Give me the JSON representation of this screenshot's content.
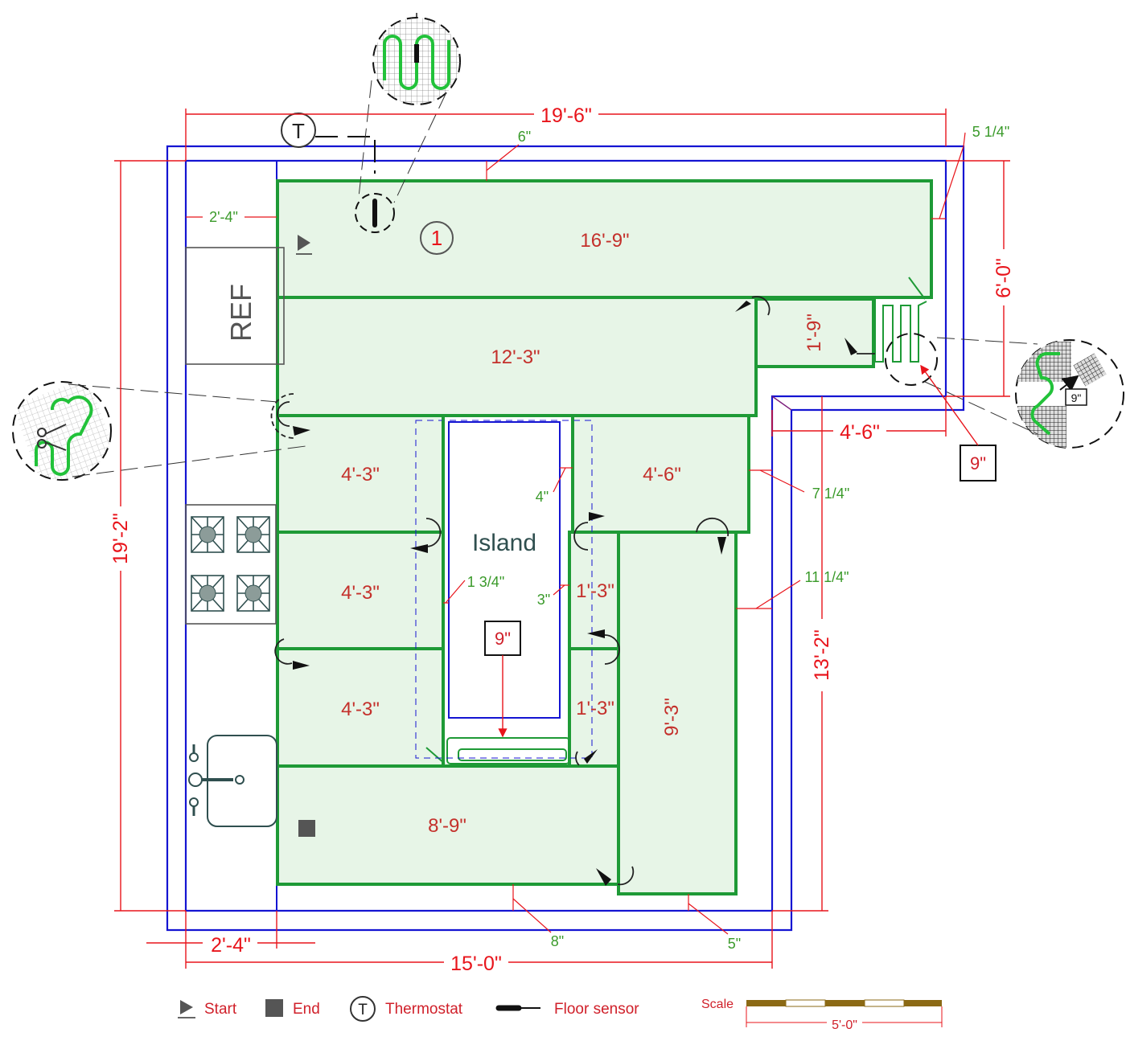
{
  "title": "",
  "panels": [
    {
      "num": "1",
      "label": "16'-9\""
    },
    {
      "label": "12'-3\""
    },
    {
      "label": "1'-9\""
    },
    {
      "label": "4'-3\""
    },
    {
      "label": "4'-6\""
    },
    {
      "label": "4'-3\""
    },
    {
      "label": "1'-3\""
    },
    {
      "label": "4'-3\""
    },
    {
      "label": "1'-3\""
    },
    {
      "label": "9'-3\""
    },
    {
      "label": "8'-9\""
    }
  ],
  "fixtures": {
    "ref": "REF",
    "island": "Island"
  },
  "dimensions_red": {
    "top_width": "19'-6\"",
    "left_height": "19'-2\"",
    "right_upper": "6'-0\"",
    "right_lower": "13'-2\"",
    "notch": "4'-6\"",
    "bottom_width": "15'-0\"",
    "bottom_left": "2'-4\""
  },
  "dimensions_green": {
    "top_gap": "6\"",
    "corner_gap": "5 1/4\"",
    "left_gap": "2'-4\"",
    "island_right": "4\"",
    "right_gap_1": "7 1/4\"",
    "island_left": "1 3/4\"",
    "island_right_lower": "3\"",
    "right_gap_2": "11 1/4\"",
    "bottom_gap": "8\"",
    "bottom_right_gap": "5\""
  },
  "callouts": {
    "island_spacing": "9\"",
    "corner_spacing": "9\"",
    "detail_spacing": "9\""
  },
  "legend": {
    "start": "Start",
    "end": "End",
    "thermostat": "Thermostat",
    "thermostat_letter": "T",
    "floor_sensor": "Floor sensor"
  },
  "scale": {
    "label": "Scale",
    "length": "5'-0\""
  },
  "colors": {
    "panel_fill": "#e7f5e7",
    "panel_stroke": "#1e9a36",
    "wall": "#1414d2",
    "dimension": "#e8141b",
    "clearance": "#3a9a2a"
  }
}
